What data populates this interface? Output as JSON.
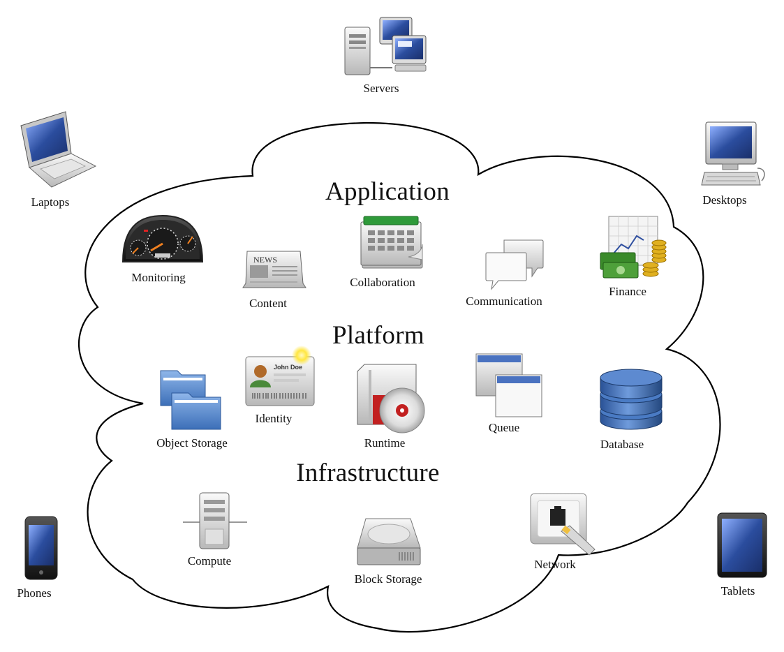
{
  "layers": {
    "application": "Application",
    "platform": "Platform",
    "infrastructure": "Infrastructure"
  },
  "clients": {
    "servers": "Servers",
    "laptops": "Laptops",
    "desktops": "Desktops",
    "phones": "Phones",
    "tablets": "Tablets"
  },
  "application_services": {
    "monitoring": "Monitoring",
    "content": "Content",
    "collaboration": "Collaboration",
    "communication": "Communication",
    "finance": "Finance"
  },
  "platform_services": {
    "object_storage": "Object Storage",
    "identity": "Identity",
    "runtime": "Runtime",
    "queue": "Queue",
    "database": "Database"
  },
  "infrastructure_services": {
    "compute": "Compute",
    "block_storage": "Block Storage",
    "network": "Network"
  },
  "icon_text": {
    "news": "NEWS",
    "john_doe": "John Doe"
  },
  "colors": {
    "cloud_outline": "#000000",
    "screen_blue": "#2b4d9e",
    "database_blue": "#3b6db3",
    "folder_blue": "#5b8fd4",
    "calendar_green": "#2f9a3a",
    "money_green": "#3a8a2a",
    "coin_gold": "#e0b020",
    "runtime_red": "#c22020"
  }
}
